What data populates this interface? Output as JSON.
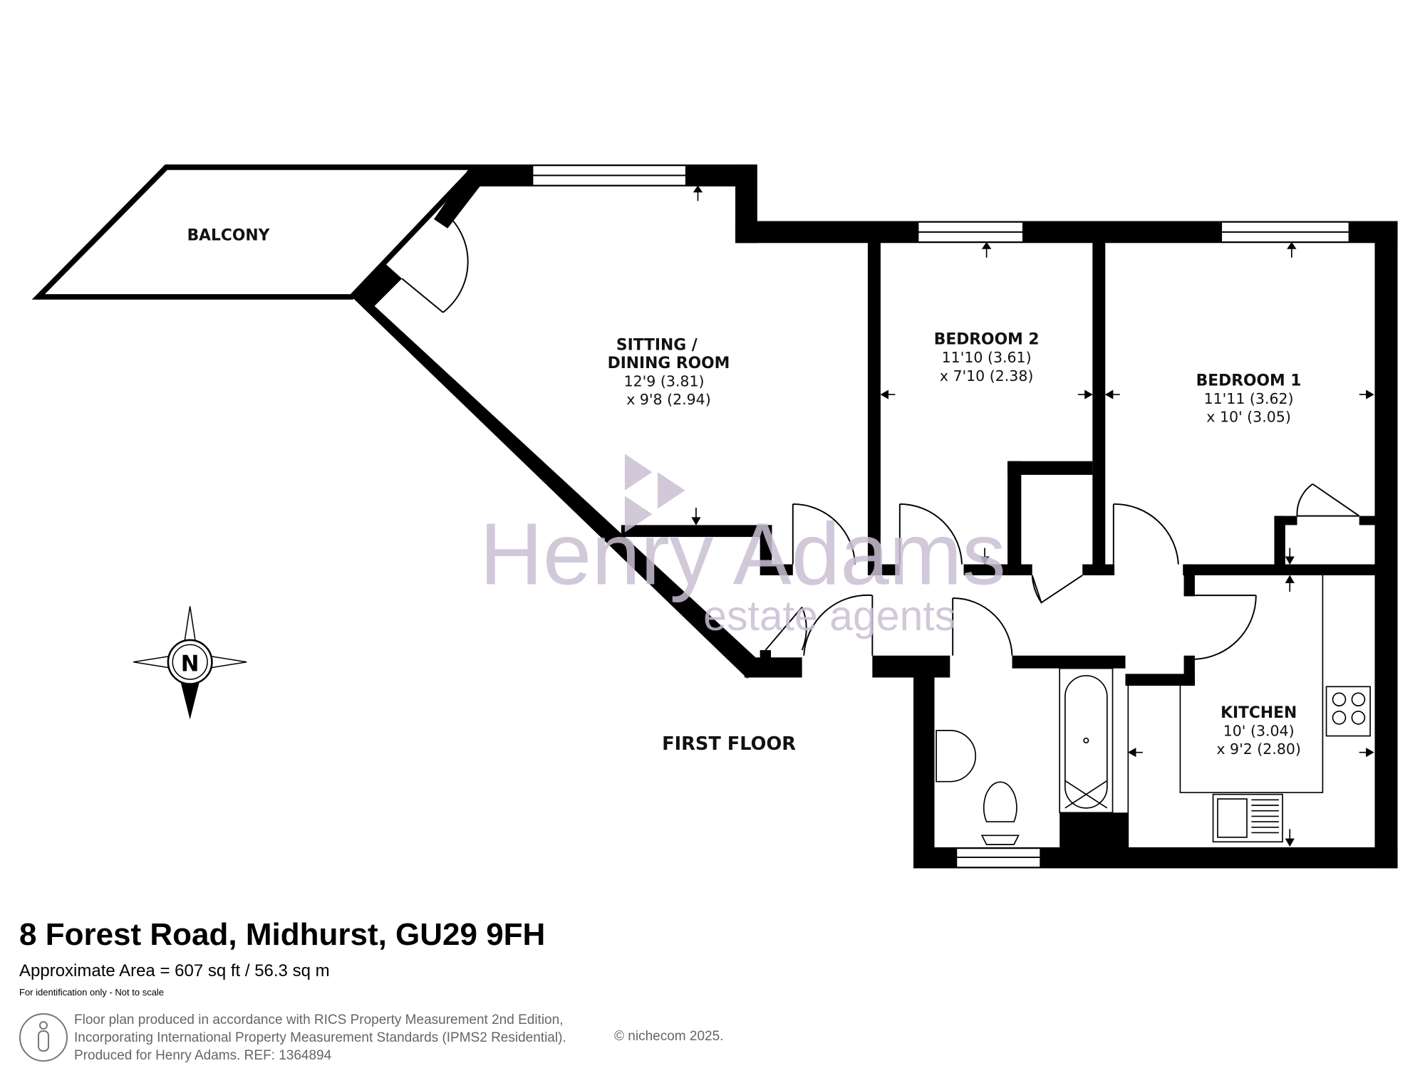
{
  "rooms": {
    "balcony": {
      "name": "BALCONY"
    },
    "sitting": {
      "name_line1": "SITTING /",
      "name_line2": "DINING  ROOM",
      "dim1": "12'9 (3.81)",
      "dim2": "x 9'8 (2.94)"
    },
    "bedroom2": {
      "name": "BEDROOM 2",
      "dim1": "11'10 (3.61)",
      "dim2": "x 7'10 (2.38)"
    },
    "bedroom1": {
      "name": "BEDROOM 1",
      "dim1": "11'11 (3.62)",
      "dim2": "x 10' (3.05)"
    },
    "kitchen": {
      "name": "KITCHEN",
      "dim1": "10' (3.04)",
      "dim2": "x 9'2 (2.80)"
    }
  },
  "floor_label": "FIRST FLOOR",
  "compass": {
    "letter": "N"
  },
  "watermark": {
    "line1": "Henry Adams",
    "line2": "estate agents",
    "color": "#c9bfd3"
  },
  "footer": {
    "title": "8 Forest Road, Midhurst, GU29 9FH",
    "area": "Approximate Area = 607 sq ft / 56.3 sq m",
    "note": "For identification only - Not to scale",
    "rics_lines": [
      "Floor plan produced in accordance with RICS Property Measurement 2nd Edition,",
      "Incorporating International Property Measurement Standards (IPMS2 Residential).",
      "Produced for Henry Adams.   REF: 1364894"
    ],
    "copyright": "© nichecom 2025."
  }
}
